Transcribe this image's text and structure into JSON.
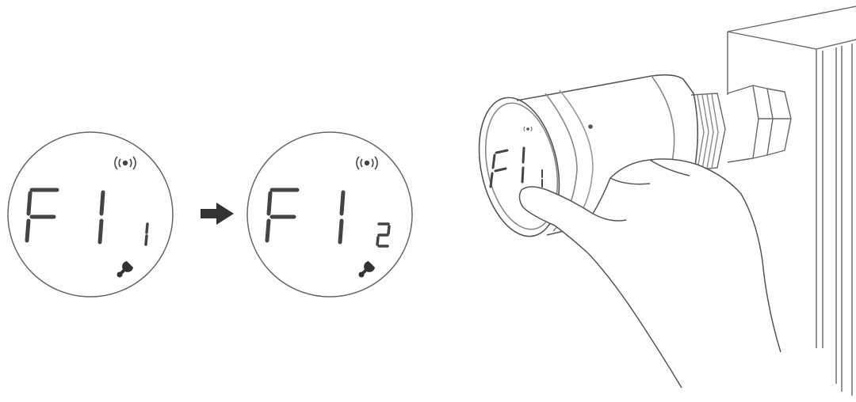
{
  "displays": [
    {
      "main": "F1",
      "sub": "1",
      "icons": [
        "wireless-icon",
        "wrench-icon"
      ]
    },
    {
      "main": "F1",
      "sub": "2",
      "icons": [
        "wireless-icon",
        "wrench-icon"
      ]
    }
  ],
  "transition": {
    "icon": "arrow-right-icon"
  },
  "illustration": {
    "device": "thermostat-valve",
    "display": {
      "main": "F1",
      "sub": "1"
    },
    "icons": [
      "wireless-icon",
      "finger-press",
      "radiator"
    ]
  },
  "colors": {
    "line": "#555555",
    "arrow": "#333333",
    "background": "#ffffff"
  }
}
